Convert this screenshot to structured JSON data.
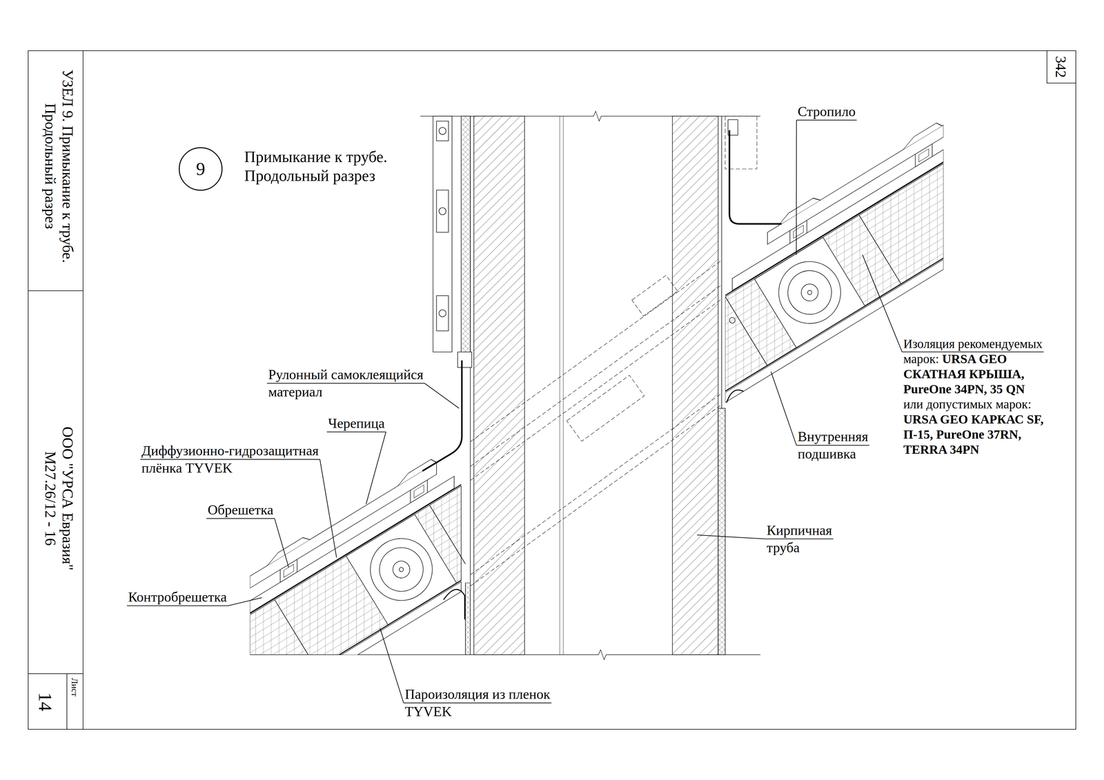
{
  "diagram": {
    "title": "Примыкание к трубе. Продольный разрез",
    "nodes": [
      {
        "text": [
          "9"
        ]
      }
    ],
    "labels": [
      "УЗЕЛ 9. Примыкание к трубе. Продольный разрез",
      "ООО \"УРСА Евразия\" М27.26/12 - 16",
      "Лист",
      "14",
      "342",
      "Рулонный самоклеящийся материал",
      "Черепица",
      "Диффузионно-гидрозащитная плёнка TYVEK",
      "Обрешетка",
      "Контробрешетка",
      "Пароизоляция из пленок TYVEK",
      "Стропило",
      "Изоляция рекомендуемых марок:",
      "URSA GEO СКАТНАЯ КРЫША, PureOne 34PN, 35 QN",
      "или допустимых марок:",
      "URSA GEO КАРКАС SF, П-15, PureOne 37RN, TERRA 34PN",
      "Внутренняя подшивка",
      "Кирпичная труба"
    ]
  }
}
